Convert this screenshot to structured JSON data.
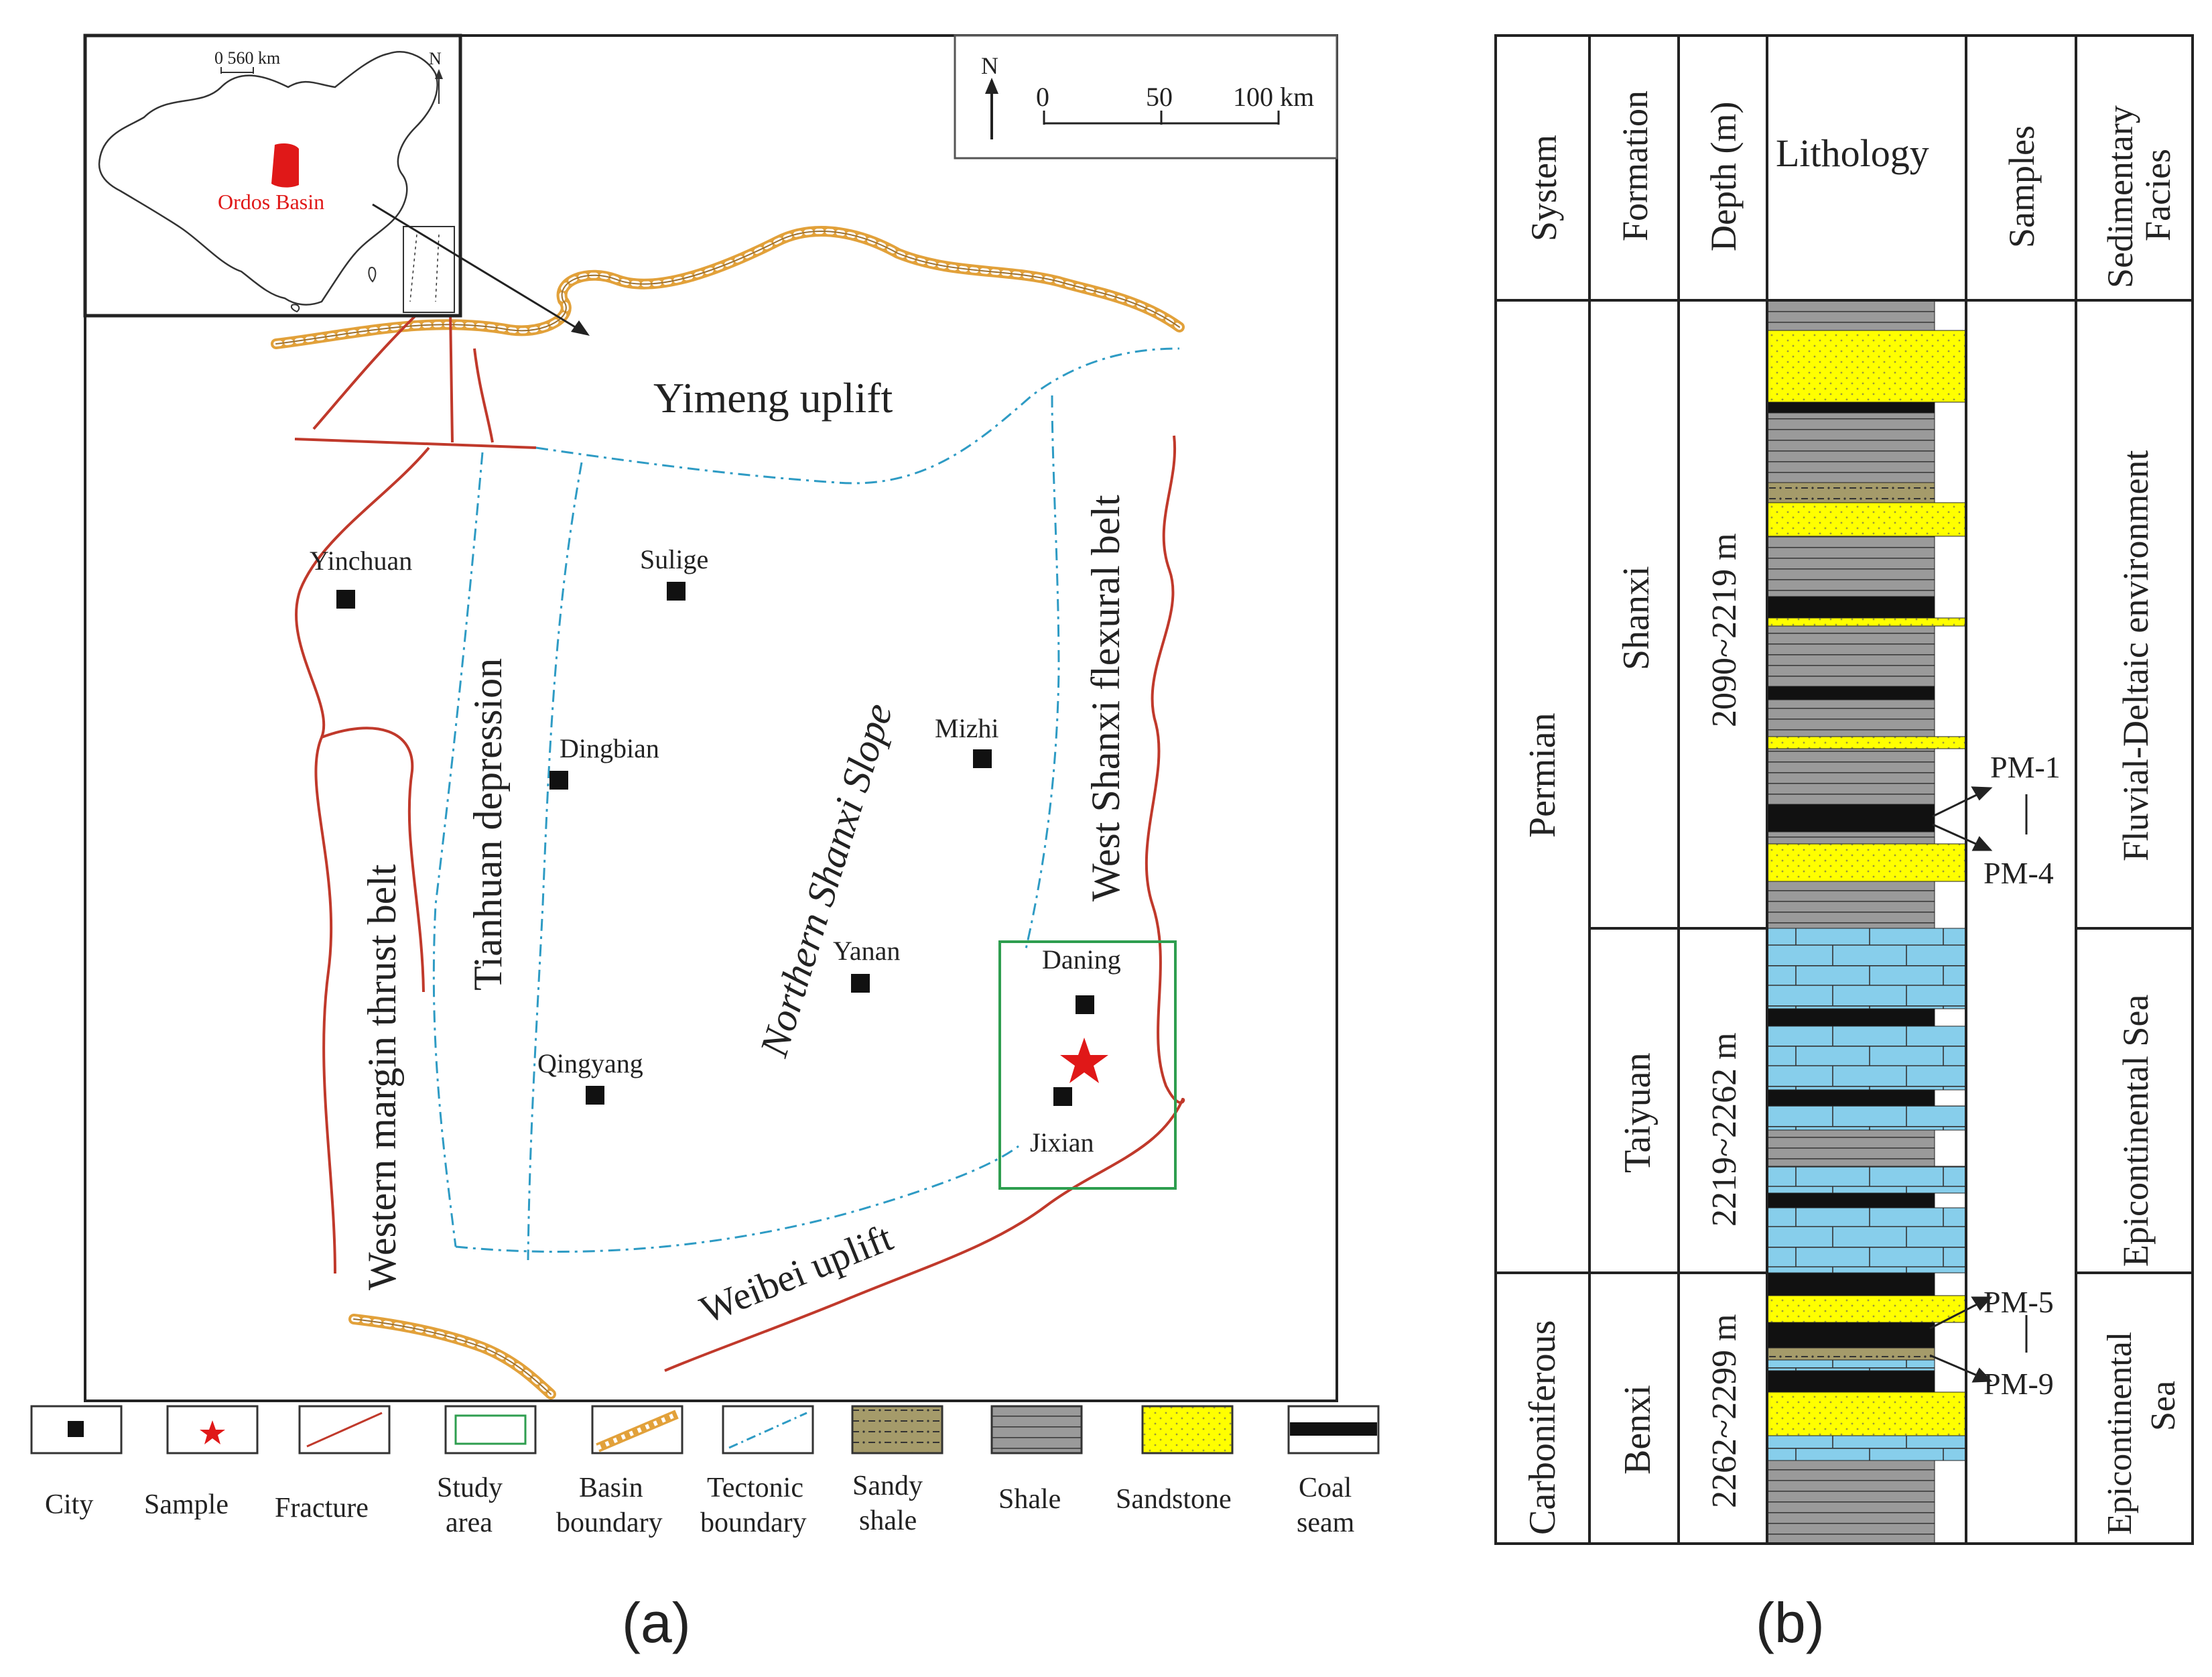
{
  "colors": {
    "fracture": "#c0392b",
    "tectonic_boundary": "#2e9bc4",
    "basin_boundary": "#e2a13a",
    "study_area": "#2e9e4f",
    "sample_star": "#e01818",
    "ordos_red": "#e01818",
    "sandstone": "#ffff00",
    "shale": "#9a9a9a",
    "sandy_shale": "#a59b6a",
    "coal": "#111111",
    "limestone": "#87ceeb"
  },
  "map": {
    "inset": {
      "scale_text": "0  560 km",
      "north_label": "N",
      "ordos_label": "Ordos Basin"
    },
    "scalebar": {
      "north": "N",
      "ticks": [
        "0",
        "50",
        "100 km"
      ]
    },
    "regions": {
      "yimeng": "Yimeng uplift",
      "tianhuan": "Tianhuan depression",
      "western_margin": "Western margin thrust belt",
      "northern_slope": "Northern Shanxi Slope",
      "west_shanxi": "West Shanxi flexural belt",
      "weibei": "Weibei uplift"
    },
    "cities": {
      "yinchuan": "Yinchuan",
      "sulige": "Sulige",
      "dingbian": "Dingbian",
      "mizhi": "Mizhi",
      "yanan": "Yanan",
      "daning": "Daning",
      "qingyang": "Qingyang",
      "jixian": "Jixian"
    },
    "legend": {
      "city": "City",
      "sample": "Sample",
      "fracture": "Fracture",
      "study_area": [
        "Study",
        "area"
      ],
      "basin_boundary": [
        "Basin",
        "boundary"
      ],
      "tectonic_boundary": [
        "Tectonic",
        "boundary"
      ],
      "sandy_shale": [
        "Sandy",
        "shale"
      ],
      "shale": "Shale",
      "sandstone": "Sandstone",
      "coal_seam": [
        "Coal",
        "seam"
      ]
    },
    "caption": "(a)"
  },
  "column": {
    "headers": {
      "system": "System",
      "formation": "Formation",
      "depth": "Depth (m)",
      "lithology": "Lithology",
      "samples": "Samples",
      "facies": [
        "Sedimentary",
        "Facies"
      ]
    },
    "systems": {
      "permian": "Permian",
      "carboniferous": "Carboniferous"
    },
    "formations": {
      "shanxi": "Shanxi",
      "taiyuan": "Taiyuan",
      "benxi": "Benxi"
    },
    "depths": {
      "shanxi": "2090~2219  m",
      "taiyuan": "2219~2262  m",
      "benxi": "2262~2299 m"
    },
    "samples": {
      "pm1": "PM-1",
      "pm4": "PM-4",
      "pm5": "PM-5",
      "pm9": "PM-9"
    },
    "facies": {
      "fluvial": "Fluvial-Deltaic environment",
      "epi_sea_taiyuan": "Epicontinental Sea",
      "epi_sea_benxi": [
        "Epicontinental",
        "Sea"
      ]
    },
    "caption": "(b)"
  }
}
